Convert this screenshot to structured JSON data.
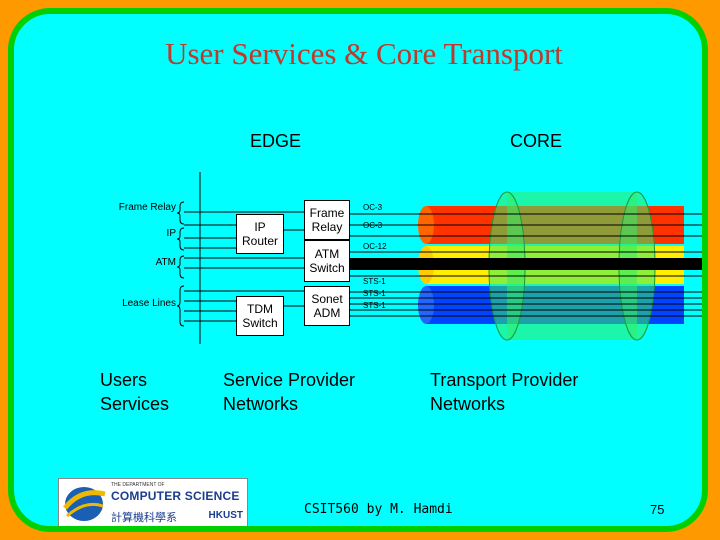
{
  "title": "User Services & Core Transport",
  "headers": {
    "edge": "EDGE",
    "core": "CORE"
  },
  "user_inputs": [
    "Frame Relay",
    "IP",
    "ATM",
    "Lease Lines"
  ],
  "devices": {
    "ip_router": "IP Router",
    "tdm_switch": "TDM Switch",
    "frame_relay": "Frame Relay",
    "atm_switch": "ATM Switch",
    "sonet_adm": "Sonet ADM"
  },
  "links": {
    "oc3_a": "OC-3",
    "oc3_b": "OC-3",
    "oc12": "OC-12",
    "sts1_a": "STS-1",
    "sts1_b": "STS-1",
    "sts1_c": "STS-1"
  },
  "sections": {
    "users": "Users Services",
    "service_provider": "Service Provider Networks",
    "transport_provider": "Transport Provider Networks"
  },
  "logo": {
    "line1": "THE DEPARTMENT OF",
    "line2": "COMPUTER SCIENCE",
    "line3": "計算機科學系",
    "line4": "HKUST"
  },
  "footer": "CSIT560 by M. Hamdi",
  "page_number": "75",
  "colors": {
    "background": "#ff9900",
    "slide": "#00ffff",
    "border": "#00d000",
    "title": "#c0392b",
    "fiber_red": "#ff3300",
    "fiber_yellow": "#ffee00",
    "fiber_blue": "#0044ff",
    "pipe": "#33ee66"
  }
}
